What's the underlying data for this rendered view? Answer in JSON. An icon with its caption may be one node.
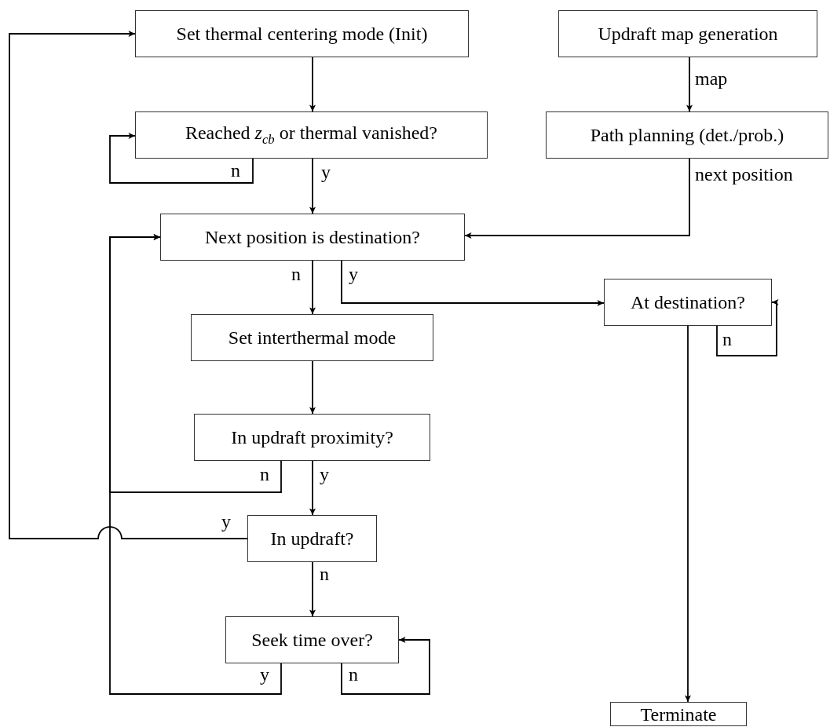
{
  "diagram": {
    "nodes": [
      {
        "text": [
          "Set thermal centering mode (Init)"
        ]
      },
      {
        "text": [
          "Updraft map generation"
        ]
      },
      {
        "text": [
          "Reached *z*$_{cb}$ or thermal vanished?"
        ]
      },
      {
        "text": [
          "Path planning (det./prob.)"
        ]
      },
      {
        "text": [
          "Next position is destination?"
        ]
      },
      {
        "text": [
          "At destination?"
        ]
      },
      {
        "text": [
          "Set interthermal mode"
        ]
      },
      {
        "text": [
          "In updraft proximity?"
        ]
      },
      {
        "text": [
          "In updraft?"
        ]
      },
      {
        "text": [
          "Seek time over?"
        ]
      },
      {
        "text": [
          "Terminate"
        ]
      }
    ],
    "edges": [
      {
        "from": 0,
        "to": 2,
        "arrow": "to"
      },
      {
        "from": 2,
        "to": 2,
        "arrow": "to",
        "label": "n"
      },
      {
        "from": 2,
        "to": 4,
        "arrow": "to",
        "label": "y"
      },
      {
        "from": 1,
        "to": 3,
        "arrow": "to",
        "label": "map"
      },
      {
        "from": 3,
        "to": 4,
        "arrow": "to",
        "label": "next position"
      },
      {
        "from": 4,
        "to": 6,
        "arrow": "to",
        "label": "n"
      },
      {
        "from": 4,
        "to": 5,
        "arrow": "to",
        "label": "y"
      },
      {
        "from": 5,
        "to": 5,
        "arrow": "to",
        "label": "n"
      },
      {
        "from": 5,
        "to": 10,
        "arrow": "to"
      },
      {
        "from": 6,
        "to": 7,
        "arrow": "to"
      },
      {
        "from": 7,
        "to": 4,
        "arrow": "to",
        "label": "n"
      },
      {
        "from": 7,
        "to": 8,
        "arrow": "to",
        "label": "y"
      },
      {
        "from": 8,
        "to": 0,
        "arrow": "to",
        "label": "y"
      },
      {
        "from": 8,
        "to": 9,
        "arrow": "to",
        "label": "n"
      },
      {
        "from": 9,
        "to": 4,
        "arrow": "to",
        "label": "y"
      },
      {
        "from": 9,
        "to": 9,
        "arrow": "to",
        "label": "n"
      }
    ]
  }
}
